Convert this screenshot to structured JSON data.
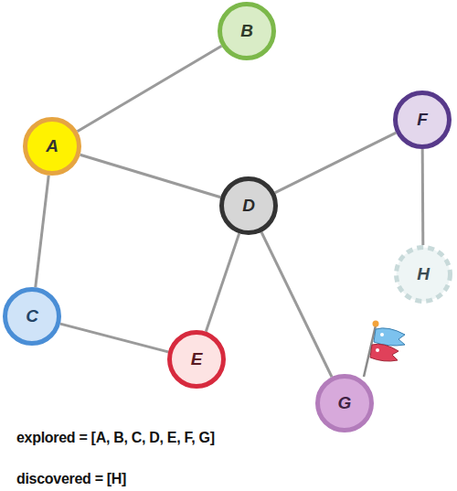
{
  "diagram": {
    "nodes": [
      {
        "text": [
          "B"
        ]
      },
      {
        "text": [
          "F"
        ]
      },
      {
        "text": [
          "A"
        ]
      },
      {
        "text": [
          "D"
        ]
      },
      {
        "text": [
          "H"
        ]
      },
      {
        "text": [
          "C"
        ]
      },
      {
        "text": [
          "E"
        ]
      },
      {
        "text": [
          "G"
        ]
      }
    ],
    "edges": [
      {
        "from": 2,
        "to": 0,
        "arrow": "none"
      },
      {
        "from": 2,
        "to": 3,
        "arrow": "none"
      },
      {
        "from": 2,
        "to": 5,
        "arrow": "none"
      },
      {
        "from": 3,
        "to": 1,
        "arrow": "none"
      },
      {
        "from": 1,
        "to": 4,
        "arrow": "none"
      },
      {
        "from": 3,
        "to": 6,
        "arrow": "none"
      },
      {
        "from": 3,
        "to": 7,
        "arrow": "none"
      },
      {
        "from": 5,
        "to": 6,
        "arrow": "none"
      }
    ],
    "labels": [
      "explored = [A, B, C, D, E, F, G]",
      "discovered = [H]"
    ]
  }
}
